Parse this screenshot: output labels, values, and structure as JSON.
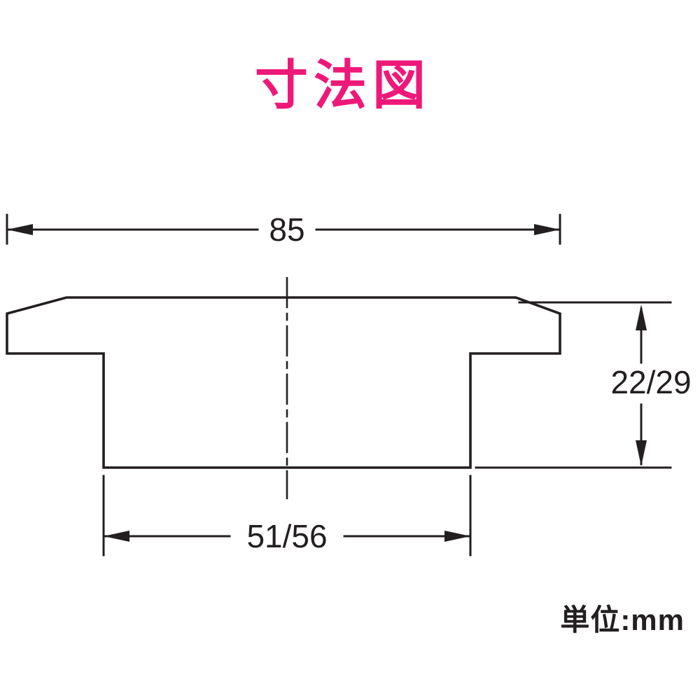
{
  "title": "寸法図",
  "drawing": {
    "dim_top": "85",
    "dim_bottom": "51/56",
    "dim_right": "22/29",
    "unit": "単位:mm"
  },
  "colors": {
    "title": "#ee1879",
    "line": "#231f20",
    "background": "#ffffff"
  }
}
